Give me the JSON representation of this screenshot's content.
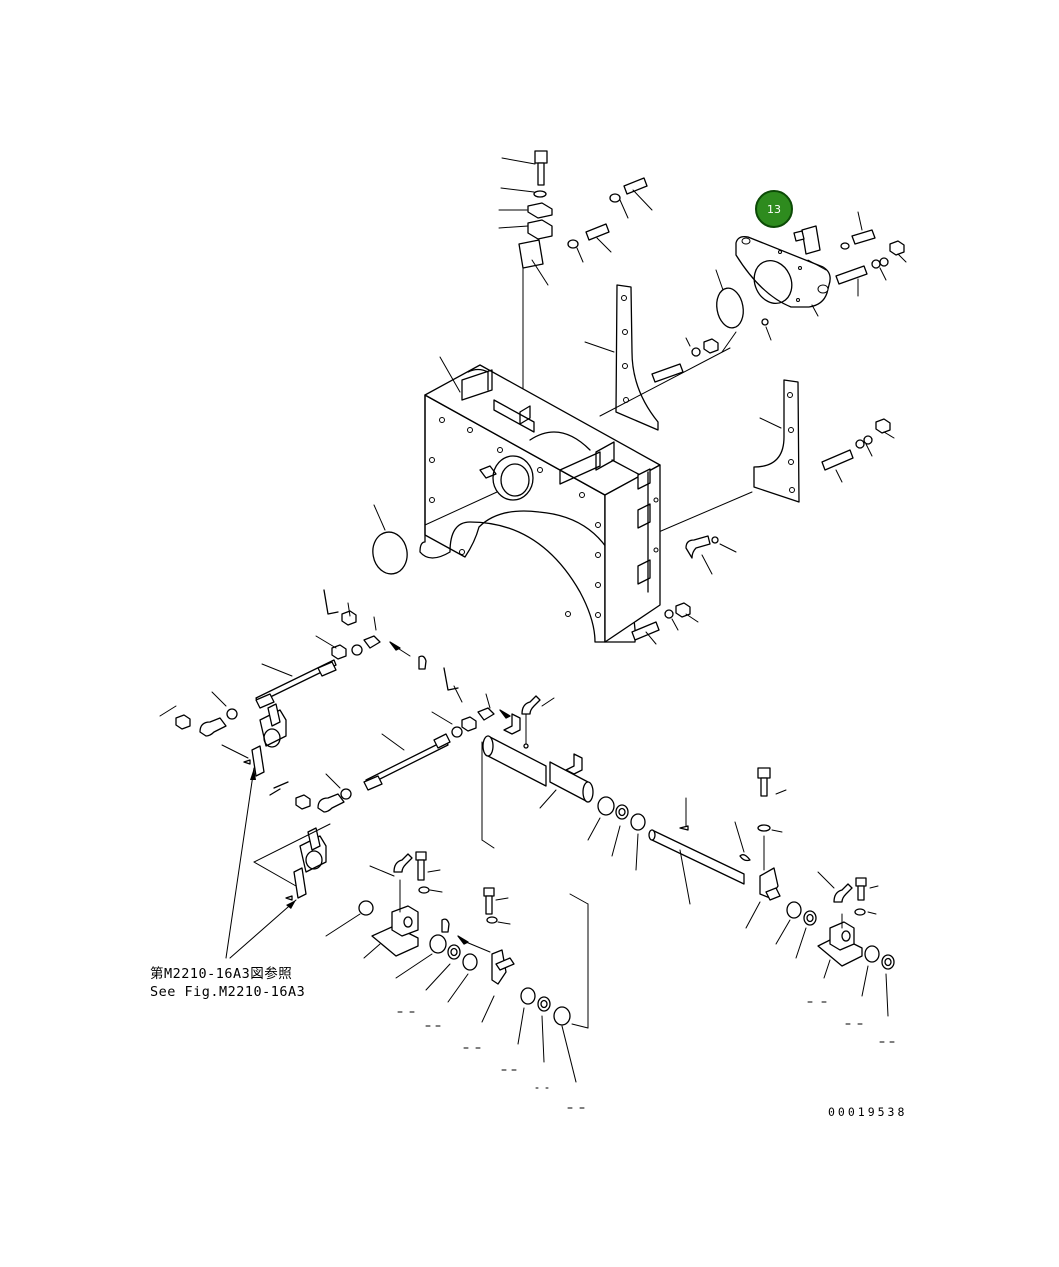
{
  "diagram": {
    "reference_note": {
      "line_ja": "第M2210-16A3図参照",
      "line_en": "See Fig.M2210-16A3"
    },
    "drawing_number": "00019538",
    "callouts": [
      {
        "label": "13",
        "color": "#2e8b1e"
      }
    ]
  }
}
